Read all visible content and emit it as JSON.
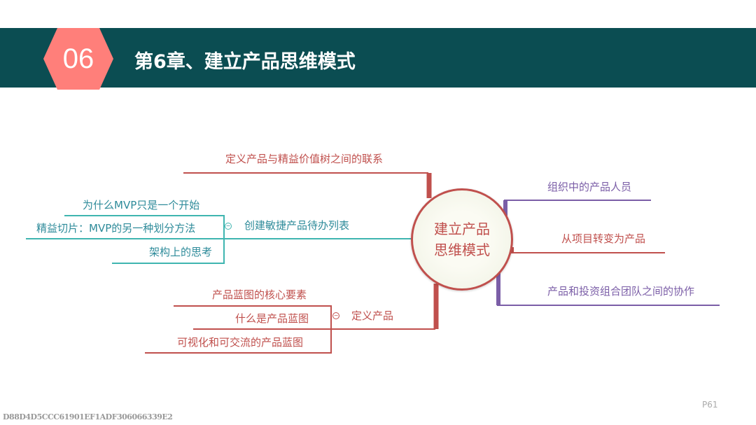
{
  "header": {
    "chapter_number": "06",
    "title": "第6章、建立产品思维模式"
  },
  "mindmap": {
    "center": "建立产品思维模式",
    "left": [
      {
        "label": "定义产品与精益价值树之间的联系",
        "color": "#c0504d",
        "children": []
      },
      {
        "label": "创建敏捷产品待办列表",
        "color": "#2e8b9a",
        "children": [
          "为什么MVP只是一个开始",
          "精益切片：MVP的另一种划分方法",
          "架构上的思考"
        ]
      },
      {
        "label": "定义产品",
        "color": "#c0504d",
        "children": [
          "产品蓝图的核心要素",
          "什么是产品蓝图",
          "可视化和可交流的产品蓝图"
        ]
      }
    ],
    "right": [
      {
        "label": "组织中的产品人员",
        "color": "#7b5ea7"
      },
      {
        "label": "从项目转变为产品",
        "color": "#c0504d"
      },
      {
        "label": "产品和投资组合团队之间的协作",
        "color": "#7b5ea7"
      }
    ],
    "collapse_symbol": "−"
  },
  "footer": {
    "page": "P61",
    "watermark": "D88D4D5CCC61901EF1ADF306066339E2"
  },
  "colors": {
    "band": "#0b4d52",
    "hexagon": "#ff7f7a",
    "red": "#c0504d",
    "teal": "#2e8b9a",
    "purple": "#7b5ea7"
  }
}
